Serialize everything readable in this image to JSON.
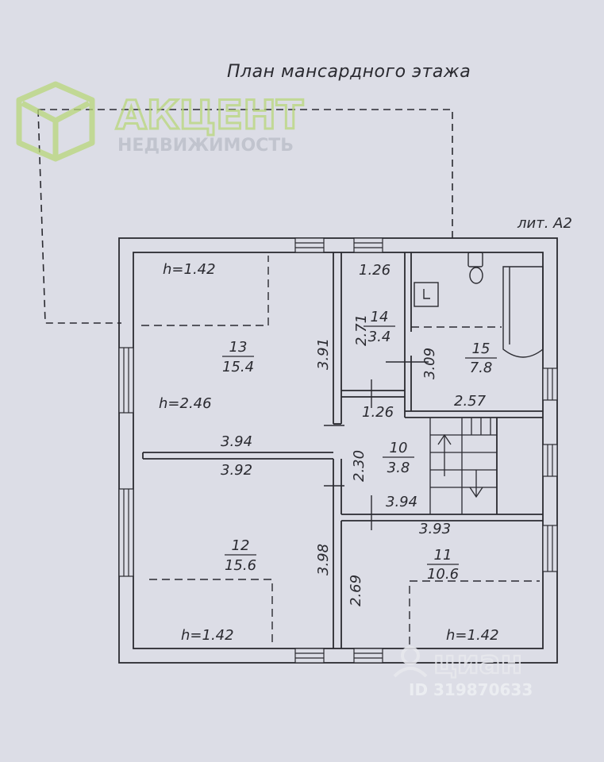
{
  "plan": {
    "title": "План мансардного этажа",
    "liter": "лит. А2"
  },
  "rooms": [
    {
      "number": "13",
      "area": "15.4"
    },
    {
      "number": "14",
      "area": "3.4"
    },
    {
      "number": "15",
      "area": "7.8"
    },
    {
      "number": "10",
      "area": "3.8"
    },
    {
      "number": "12",
      "area": "15.6"
    },
    {
      "number": "11",
      "area": "10.6"
    }
  ],
  "heights": [
    "h=1.42",
    "h=2.46",
    "h=1.42",
    "h=1.42"
  ],
  "dimensions": [
    "1.26",
    "2.71",
    "3.91",
    "3.09",
    "2.57",
    "1.26",
    "3.94",
    "2.30",
    "3.92",
    "3.94",
    "3.93",
    "3.98",
    "2.69"
  ],
  "watermarks": {
    "agency_name": "АКЦЕНТ",
    "agency_sub": "НЕДВИЖИМОСТЬ",
    "portal_name": "циан",
    "listing_id": "ID 319870633"
  },
  "colors": {
    "background": "#dcdde6",
    "ink": "#2a2a30",
    "logo_green": "#b9d77a",
    "watermark_gray": "#b9bcc6"
  }
}
